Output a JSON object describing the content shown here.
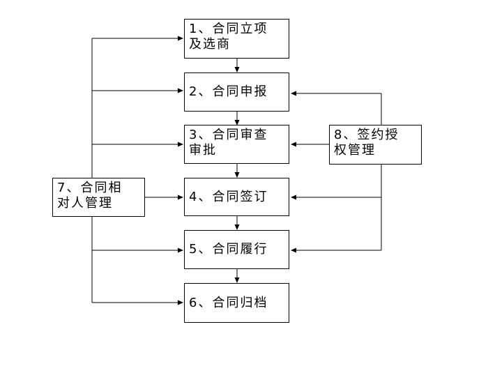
{
  "steps": {
    "s1": "1、合同立项\n及选商",
    "s2": "2、合同申报",
    "s3": "3、合同审查\n审批",
    "s4": "4、合同签订",
    "s5": "5、合同履行",
    "s6": "6、合同归档"
  },
  "side": {
    "s7": "7、合同相\n对人管理",
    "s8": "8、签约授\n权管理"
  },
  "colors": {
    "line": "#000000",
    "box_border": "#000000",
    "background": "#ffffff"
  }
}
